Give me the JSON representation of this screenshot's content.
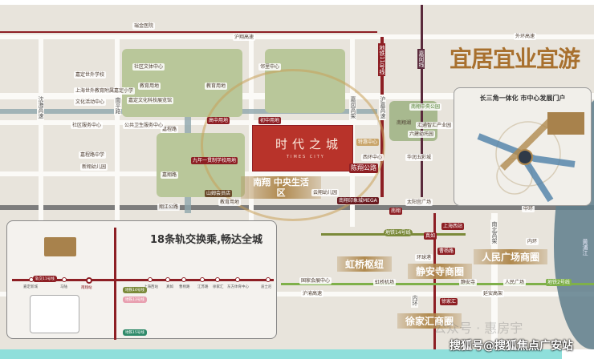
{
  "title": "宜居宜业宜游",
  "project": {
    "name": "时代之城",
    "name_en": "TIMES CITY",
    "district": "南翔 中央生活区"
  },
  "roads": {
    "huxiang": "沪翔高速",
    "waihuan": "外环高速",
    "shenhai": "沈海高速",
    "nanping": "南平路",
    "jiacheng": "嘉程路",
    "jiaxiang": "嘉翔路",
    "xiangjiang": "翔江公路",
    "jiamin": "嘉闵高架",
    "hujia": "沪嘉高速",
    "chenxiang": "陈翔公路",
    "zhonghuan": "中环",
    "neihuan": "内环",
    "neihuan2": "内环",
    "nanbei": "南北高架",
    "yanan": "延安高架",
    "huyu": "沪渝高速",
    "huangpu": "黄浦江"
  },
  "metro": {
    "l11": "地铁11号线",
    "jiamin": "嘉闵线",
    "l14": "地铁14号线",
    "l2": "地铁2号线",
    "nanxiang": "南翔",
    "shanghaixi": "上海西站",
    "zhenru": "真如",
    "caoyang": "曹杨路",
    "xujiahui": "徐家汇"
  },
  "pois": [
    "瑞金医院",
    "社区文体中心",
    "嘉定世外学校",
    "上海世外教育附属嘉定小学",
    "文化活动中心",
    "嘉定文化科技展览馆",
    "教育用地",
    "教育用地",
    "邻里中心",
    "社区服务中心",
    "公共卫生服务中心",
    "高中用地",
    "初中用地",
    "嘉程路中学",
    "新翔幼儿园",
    "九年一贯制学校用地",
    "山姆会员店",
    "教育用地",
    "特惠中心",
    "西环中心",
    "云翔幼儿园",
    "南翔印象城MEGA",
    "太阳宫广场",
    "南翔中央公园",
    "南翔湖",
    "汇通智汇产业园",
    "六建幼托园",
    "华润五彩城",
    "环球港",
    "国家会展中心",
    "虹桥机场",
    "静安寺",
    "人民广场"
  ],
  "districts": [
    "虹桥枢纽",
    "静安寺商圈",
    "人民广场商圈",
    "徐家汇商圈"
  ],
  "region_panel": {
    "heading": "长三角一体化 市中心发展门户"
  },
  "legend": {
    "heading": "18条轨交换乘,畅达全城",
    "stations": [
      "嘉定新城",
      "马陆",
      "南翔站",
      "真如",
      "上海西站",
      "曹杨路",
      "江苏路",
      "徐家汇",
      "东方体育中心",
      "迪士尼"
    ],
    "lines": [
      "轨交11号线",
      "地铁14号线",
      "地铁13号线",
      "地铁15号线"
    ]
  },
  "watermark": "搜狐号@搜狐焦点广安站",
  "watermark2": "公众号 · 惠房宇"
}
